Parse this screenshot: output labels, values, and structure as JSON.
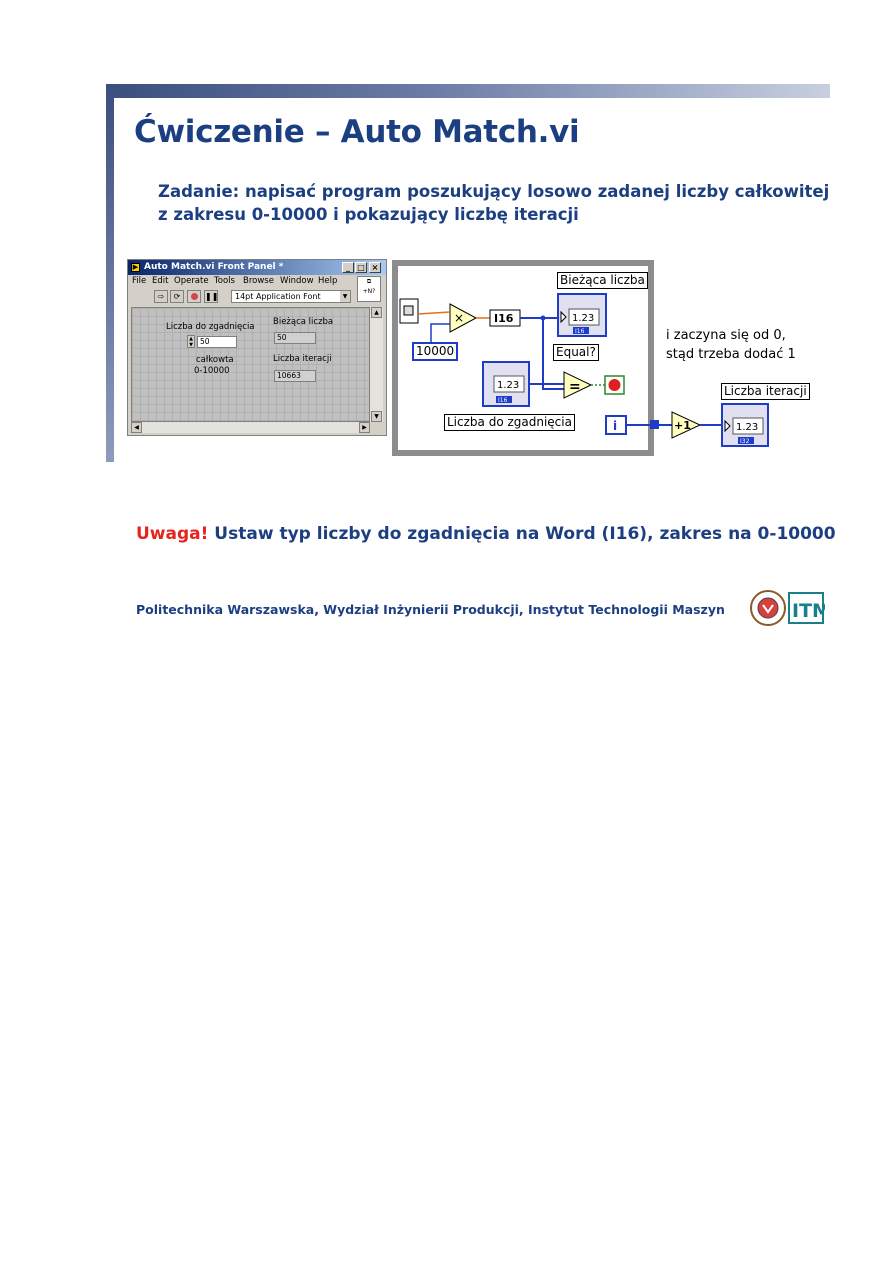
{
  "slide": {
    "title": "Ćwiczenie – Auto Match.vi",
    "task_line1": "Zadanie: napisać program poszukujący losowo zadanej liczby całkowitej",
    "task_line2": "z zakresu 0-10000 i pokazujący liczbę iteracji"
  },
  "front_panel": {
    "window_title": "Auto Match.vi Front Panel *",
    "window_buttons": [
      "_",
      "□",
      "×"
    ],
    "menu": [
      "File",
      "Edit",
      "Operate",
      "Tools",
      "Browse",
      "Window",
      "Help"
    ],
    "font_selector": "14pt Application Font",
    "controls": {
      "guess_label": "Liczba do zgadnięcia",
      "guess_value": "50",
      "guess_note_line1": "całkowta",
      "guess_note_line2": "0-10000",
      "current_label": "Bieżąca liczba",
      "current_value": "50",
      "iterations_label": "Liczba iteracji",
      "iterations_value": "10663"
    }
  },
  "block_diagram": {
    "constant_value": "10000",
    "multiply_symbol": "×",
    "conversion_label": "I16",
    "current_indicator_label": "Bieżąca liczba",
    "indicator_value": "1.23",
    "equal_label": "Equal?",
    "equal_symbol": "=",
    "guess_control_label": "Liczba do zgadnięcia",
    "iteration_terminal": "i",
    "increment_symbol": "+1",
    "iterations_indicator_label": "Liczba iteracji",
    "note_line1": "i zaczyna się od 0,",
    "note_line2": "stąd trzeba dodać 1",
    "i16_tag": "I16",
    "i32_tag": "I32"
  },
  "warning": {
    "prefix": "Uwaga!",
    "text": "Ustaw typ liczby do zgadnięcia na Word (I16), zakres na 0-10000"
  },
  "footer": {
    "text": "Politechnika Warszawska, Wydział Inżynierii Produkcji, Instytut Technologii Maszyn",
    "logo_text": "ITM"
  },
  "colors": {
    "title_blue": "#1c3f82",
    "warning_red": "#e8231e",
    "wire_orange": "#e07020",
    "wire_blue": "#1e3cc8",
    "wire_green": "#2a8a2a"
  }
}
